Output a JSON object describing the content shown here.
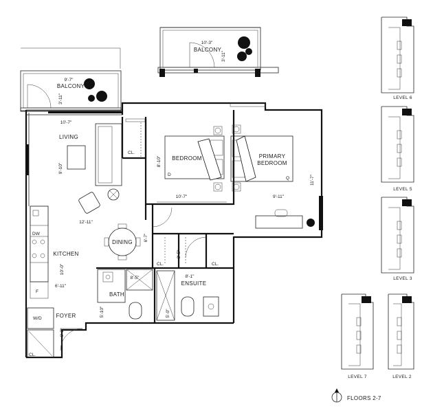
{
  "rooms": {
    "balcony_upper": {
      "name": "BALCONY",
      "dims": "10'-3\"",
      "depth": "3'-11\""
    },
    "balcony_left": {
      "name": "BALCONY",
      "dims": "9'-7\"",
      "depth": "3'-11\""
    },
    "living": {
      "name": "LIVING",
      "width": "10'-7\"",
      "depth": "9'-10\""
    },
    "bedroom": {
      "name": "BEDROOM",
      "width": "10'-7\"",
      "depth": "8'-10\""
    },
    "primary_bedroom": {
      "name_line1": "PRIMARY",
      "name_line2": "BEDROOM",
      "width": "9'-11\"",
      "depth": "11'-7\""
    },
    "dining": {
      "name": "DINING",
      "width": "12'-11\"",
      "depth": "6'-7\""
    },
    "kitchen": {
      "name": "KITCHEN",
      "depth": "10'-0\"",
      "width": "6'-11\""
    },
    "bath": {
      "name": "BATH",
      "width": "8'-5\"",
      "depth": "5'-10\""
    },
    "ensuite": {
      "name": "ENSUITE",
      "width": "8'-1\"",
      "depth": "5'-0\""
    },
    "hall_closet": {
      "depth": "3'-5\""
    },
    "foyer": {
      "name": "FOYER",
      "depth": "6'-2\""
    }
  },
  "fixtures": {
    "closet": "CL.",
    "dishwasher": "DW",
    "fridge": "F",
    "washer_dryer": "W/D",
    "dryer_mark": "D",
    "queen_mark": "Q"
  },
  "key_plan": {
    "levels": [
      "LEVEL 6",
      "LEVEL 5",
      "LEVEL 3",
      "LEVEL 7",
      "LEVEL 2"
    ]
  },
  "floors_label": "FLOORS 2-7"
}
